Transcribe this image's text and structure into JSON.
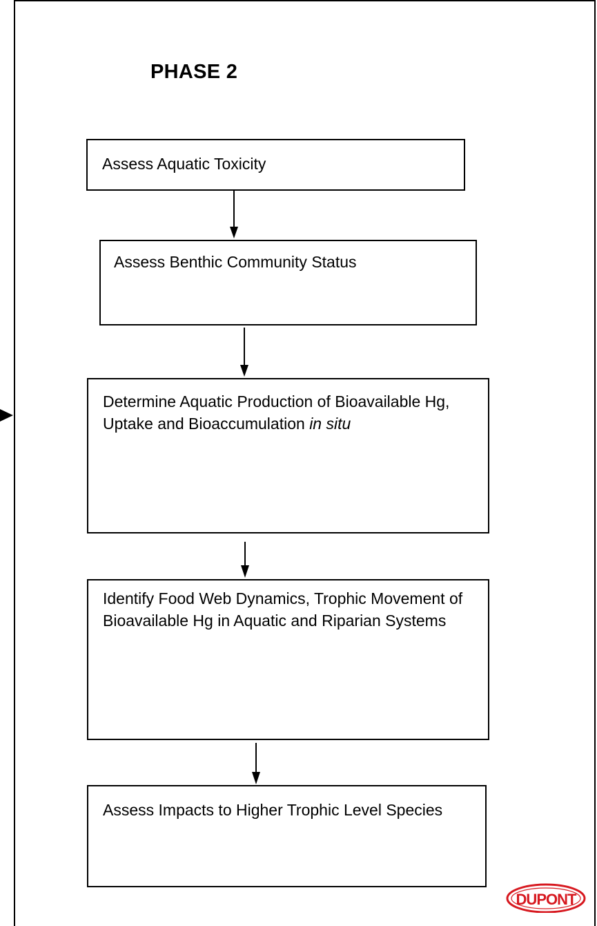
{
  "title": "PHASE 2",
  "steps": {
    "step1": "Assess Aquatic Toxicity",
    "step2": "Assess Benthic Community Status",
    "step3_main": "Determine Aquatic Production of Bioavailable Hg, Uptake and Bioaccumulation ",
    "step3_italic": "in situ",
    "step4": "Identify Food Web Dynamics, Trophic Movement of Bioavailable Hg in Aquatic and Riparian Systems",
    "step5": "Assess Impacts to Higher Trophic Level Species"
  },
  "logo": {
    "text": "DUPONT",
    "color": "#d71920"
  }
}
